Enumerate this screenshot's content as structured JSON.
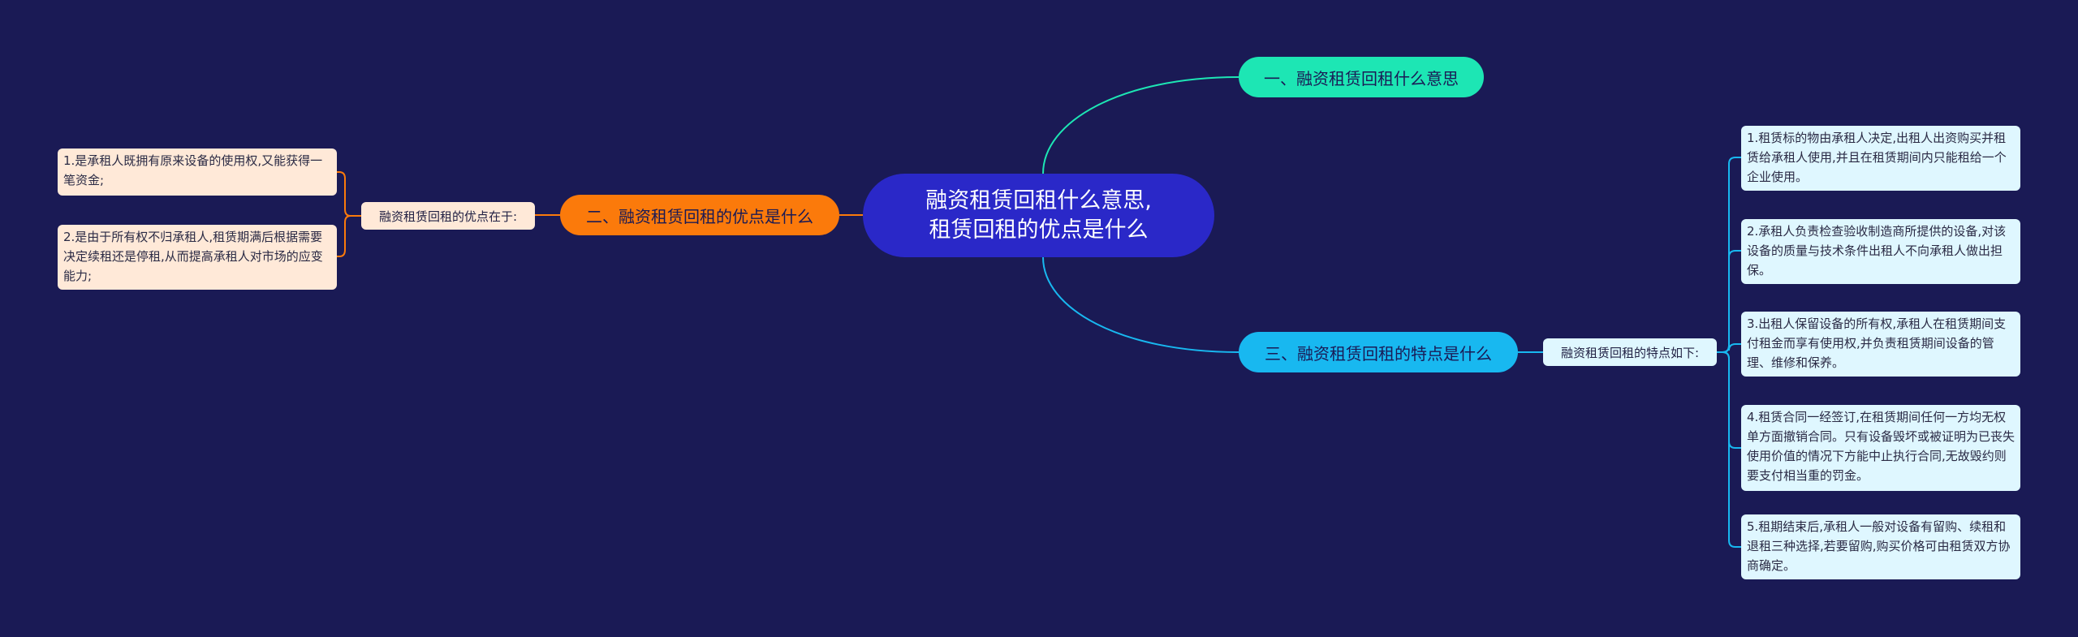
{
  "root": {
    "line1": "融资租赁回租什么意思,",
    "line2": "租赁回租的优点是什么"
  },
  "branches": {
    "b1": "一、融资租赁回租什么意思",
    "b2": "二、融资租赁回租的优点是什么",
    "b3": "三、融资租赁回租的特点是什么"
  },
  "subtopics": {
    "s2": "融资租赁回租的优点在于:",
    "s3": "融资租赁回租的特点如下:"
  },
  "left_leaves": [
    "1.是承租人既拥有原来设备的使用权,又能获得一笔资金;",
    "2.是由于所有权不归承租人,租赁期满后根据需要决定续租还是停租,从而提高承租人对市场的应变能力;"
  ],
  "right_leaves": [
    "1.租赁标的物由承租人决定,出租人出资购买并租赁给承租人使用,并且在租赁期间内只能租给一个企业使用。",
    "2.承租人负责检查验收制造商所提供的设备,对该设备的质量与技术条件出租人不向承租人做出担保。",
    "3.出租人保留设备的所有权,承租人在租赁期间支付租金而享有使用权,并负责租赁期间设备的管理、维修和保养。",
    "4.租赁合同一经签订,在租赁期间任何一方均无权单方面撤销合同。只有设备毁坏或被证明为已丧失使用价值的情况下方能中止执行合同,无故毁约则要支付相当重的罚金。",
    "5.租期结束后,承租人一般对设备有留购、续租和退租三种选择,若要留购,购买价格可由租赁双方协商确定。"
  ],
  "colors": {
    "background": "#1a1a55",
    "root": "#2a28c8",
    "branch1": "#1de6b4",
    "branch2": "#fb7a0b",
    "branch3": "#18b8f0",
    "leaf_left": "#ffe9d8",
    "leaf_right": "#dff7ff"
  }
}
